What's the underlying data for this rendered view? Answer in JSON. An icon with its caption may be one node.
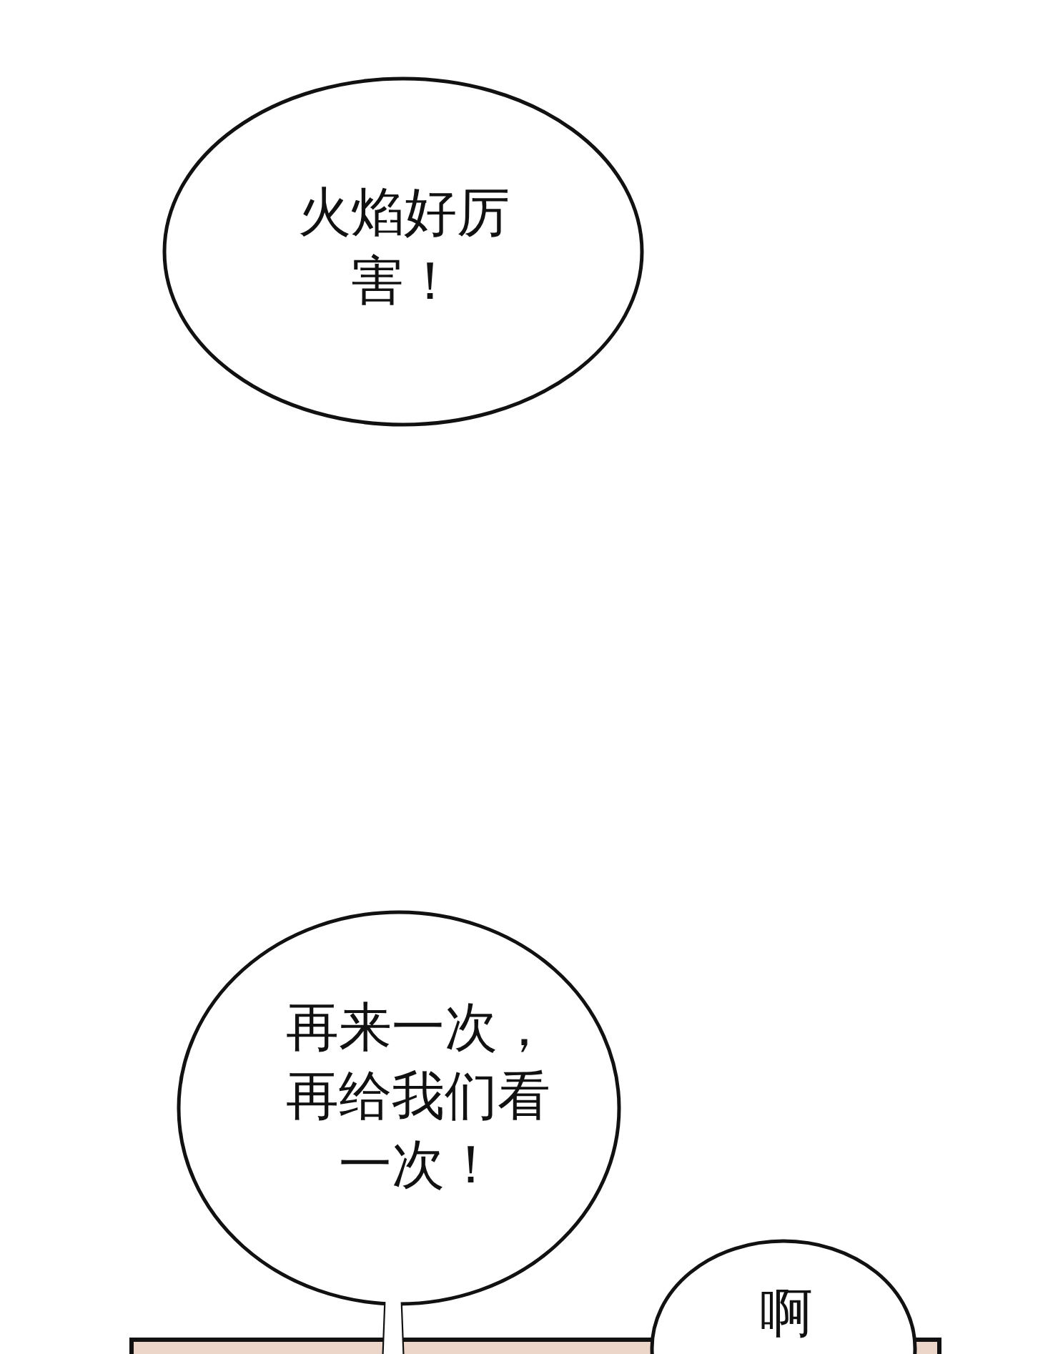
{
  "diagram": {
    "nodes": [
      {
        "text": [
          "火焰好厉害！"
        ]
      },
      {
        "text": [
          "再来一次，再给我们看一次！"
        ]
      },
      {
        "text": [
          "啊"
        ]
      }
    ]
  }
}
